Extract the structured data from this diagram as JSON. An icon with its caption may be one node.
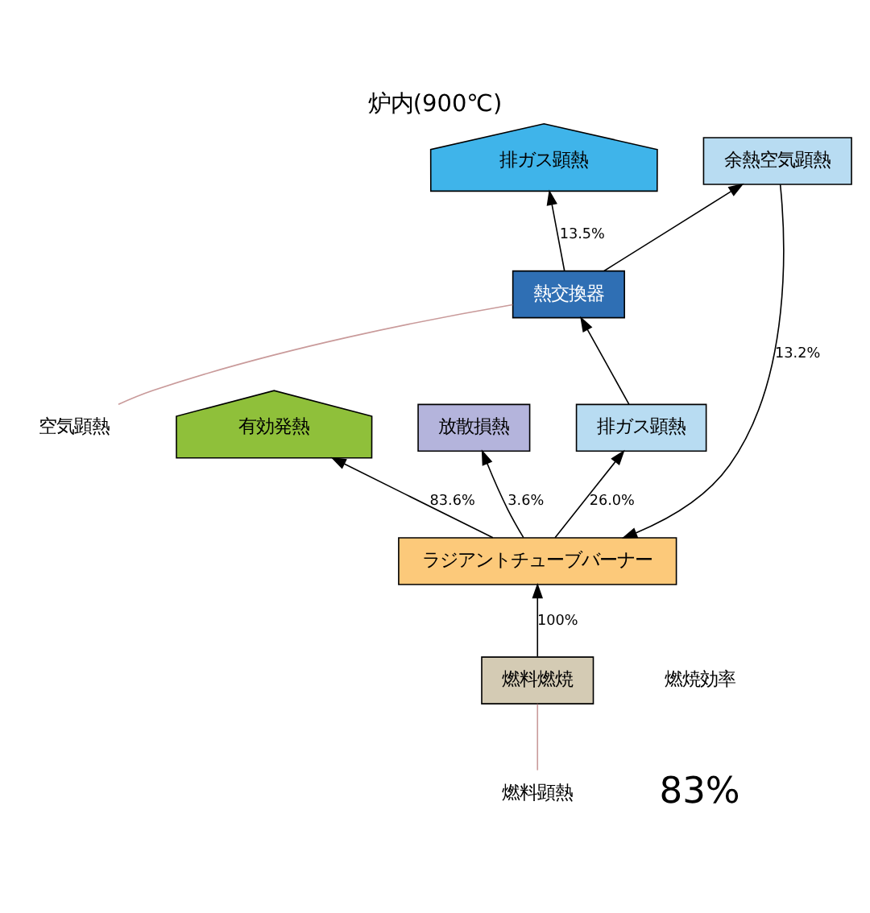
{
  "diagram": {
    "title": "炉内(900℃)",
    "nodes": [
      {
        "text": [
          "燃料燃焼"
        ]
      },
      {
        "text": [
          "燃料顕熱"
        ]
      },
      {
        "text": [
          "空気顕熱"
        ]
      },
      {
        "text": [
          "ラジアントチューブバーナー"
        ]
      },
      {
        "text": [
          "有効発熱"
        ]
      },
      {
        "text": [
          "放散損熱"
        ]
      },
      {
        "text": [
          "排ガス顕熱"
        ]
      },
      {
        "text": [
          "熱交換器"
        ]
      },
      {
        "text": [
          "余熱空気顕熱"
        ]
      },
      {
        "text": [
          "排ガス顕熱"
        ]
      }
    ],
    "edges": [
      {
        "from": 0,
        "to": 3,
        "arrow": "to",
        "label": "100%"
      },
      {
        "from": 1,
        "to": 0,
        "arrow": "none",
        "color": "#c99a9a"
      },
      {
        "from": 2,
        "to": 7,
        "arrow": "none",
        "color": "#c99a9a"
      },
      {
        "from": 8,
        "to": 3,
        "arrow": "to",
        "label": "13.2%"
      },
      {
        "from": 3,
        "to": 5,
        "arrow": "to",
        "label": "3.6%"
      },
      {
        "from": 3,
        "to": 4,
        "arrow": "to",
        "label": "83.6%"
      },
      {
        "from": 3,
        "to": 6,
        "arrow": "to",
        "label": "26.0%"
      },
      {
        "from": 6,
        "to": 7,
        "arrow": "to"
      },
      {
        "from": 7,
        "to": 8,
        "arrow": "to"
      },
      {
        "from": 7,
        "to": 9,
        "arrow": "to",
        "label": "13.5%"
      }
    ],
    "labels": [
      "燃焼効率",
      "83%"
    ]
  }
}
